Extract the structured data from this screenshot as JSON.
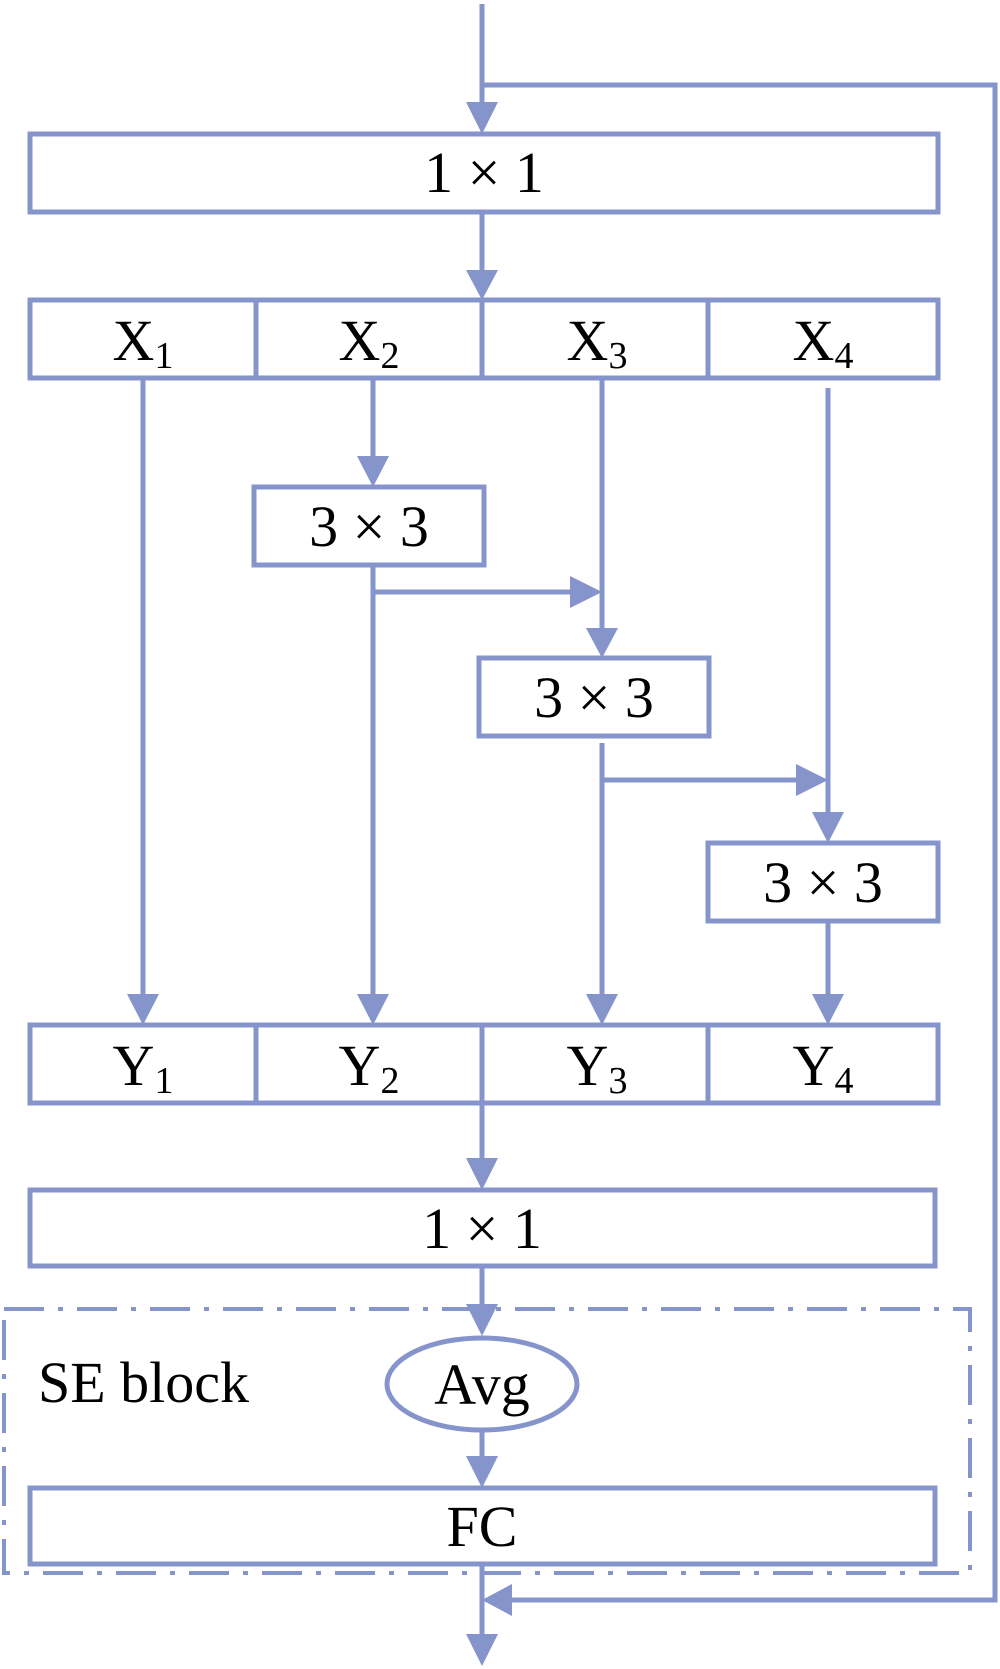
{
  "diagram": {
    "top_conv": "1 × 1",
    "splits": [
      {
        "base": "X",
        "sub": "1"
      },
      {
        "base": "X",
        "sub": "2"
      },
      {
        "base": "X",
        "sub": "3"
      },
      {
        "base": "X",
        "sub": "4"
      }
    ],
    "convs": [
      "3 × 3",
      "3 × 3",
      "3 × 3"
    ],
    "outputs": [
      {
        "base": "Y",
        "sub": "1"
      },
      {
        "base": "Y",
        "sub": "2"
      },
      {
        "base": "Y",
        "sub": "3"
      },
      {
        "base": "Y",
        "sub": "4"
      }
    ],
    "bottom_conv": "1 × 1",
    "se_block": {
      "label": "SE block",
      "avg": "Avg",
      "fc": "FC"
    },
    "colors": {
      "stroke": "#8694cc",
      "text": "#000000"
    }
  }
}
